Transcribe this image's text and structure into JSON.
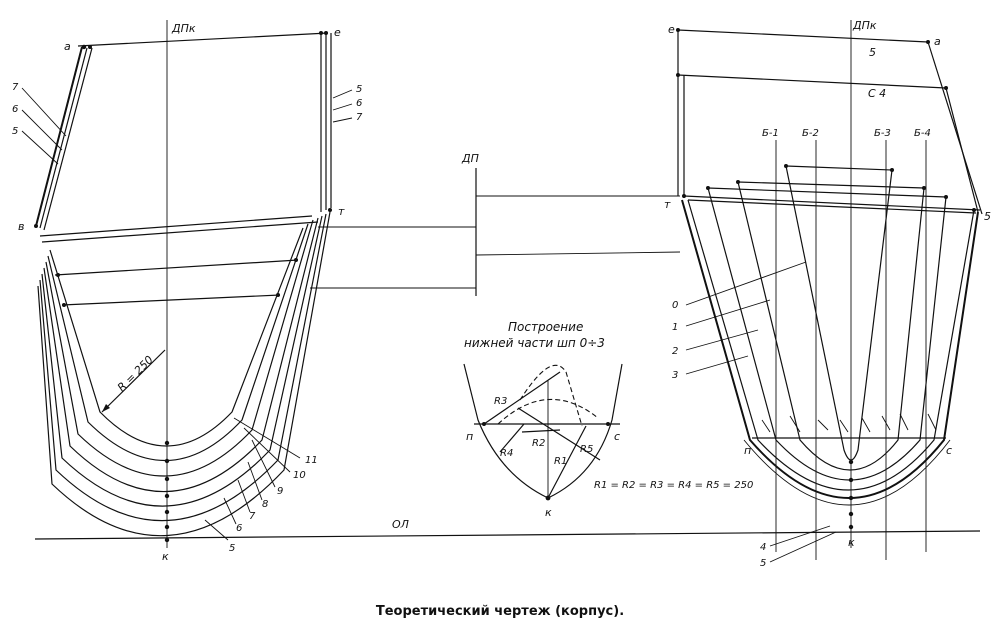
{
  "caption": "Теоретический чертеж (корпус).",
  "left_view": {
    "centerline_label": "ДПк",
    "corner_a": "а",
    "corner_e": "е",
    "corner_v": "в",
    "corner_m": "т",
    "keel_label": "к",
    "radius_label": "R = 250",
    "left_side_labels": [
      "7",
      "6",
      "5"
    ],
    "right_side_labels": [
      "5",
      "6",
      "7"
    ],
    "frame_labels": [
      "11",
      "10",
      "9",
      "8",
      "7",
      "6",
      "5"
    ]
  },
  "middle": {
    "dp_label": "ДП",
    "ol_label": "ОЛ",
    "construction_title_line1": "Построение",
    "construction_title_line2": "нижней части шп 0÷3",
    "r1": "R1",
    "r2": "R2",
    "r3": "R3",
    "r4": "R4",
    "r5": "R5",
    "point_n": "п",
    "point_c": "с",
    "point_k": "к",
    "formula": "R1 = R2 = R3 = R4 = R5 = 250"
  },
  "right_view": {
    "centerline_label": "ДПк",
    "corner_e": "е",
    "corner_a": "а",
    "label_5_top": "5",
    "label_c4": "С 4",
    "label_m": "т",
    "label_5_side": "5",
    "buttock_labels": [
      "Б-1",
      "Б-2",
      "Б-3",
      "Б-4"
    ],
    "frame_labels": [
      "0",
      "1",
      "2",
      "3"
    ],
    "point_n": "п",
    "point_c": "с",
    "point_k": "к",
    "bottom_labels": [
      "4",
      "5"
    ]
  }
}
